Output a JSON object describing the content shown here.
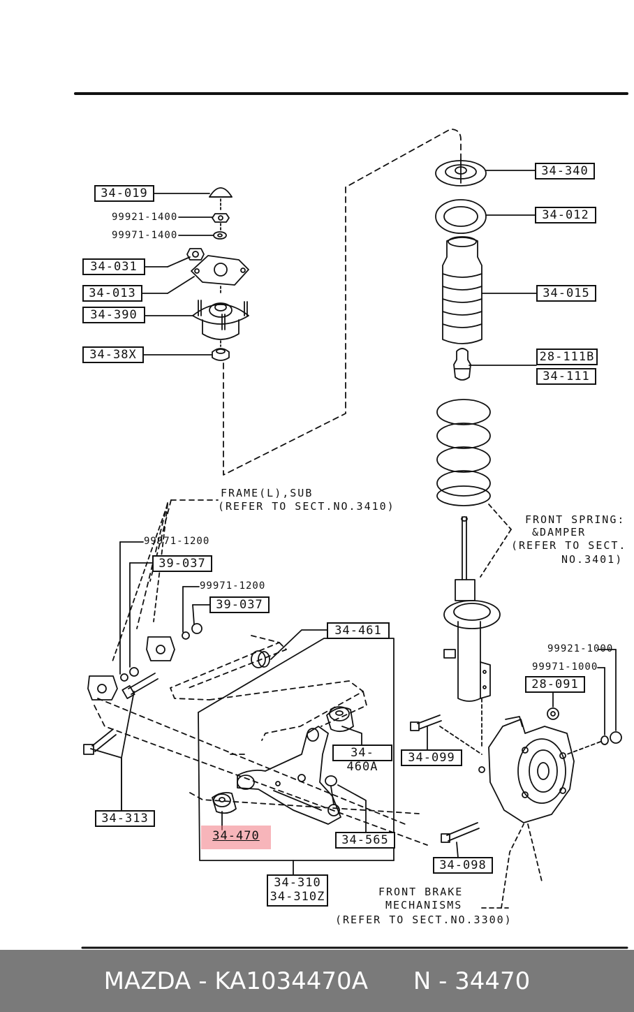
{
  "labels": {
    "p34019": "34-019",
    "p34031": "34-031",
    "p34013": "34-013",
    "p34390": "34-390",
    "p3438x": "34-38X",
    "p34340": "34-340",
    "p34012": "34-012",
    "p34015": "34-015",
    "p28111b": "28-111B",
    "p34111": "34-111",
    "p39037a": "39-037",
    "p39037b": "39-037",
    "p34461": "34-461",
    "p34460a": "34-460A",
    "p34099": "34-099",
    "p28091": "28-091",
    "p34313": "34-313",
    "p34470": "34-470",
    "p34565": "34-565",
    "p34098": "34-098",
    "p34310": "34-310",
    "p34310z": "34-310Z"
  },
  "plain_labels": {
    "p99921_1400": "99921-1400",
    "p99971_1400": "99971-1400",
    "p99971_1200a": "99971-1200",
    "p99971_1200b": "99971-1200",
    "p99921_1000": "99921-1000",
    "p99971_1000": "99971-1000"
  },
  "notes": {
    "frame_line1": "FRAME(L),SUB",
    "frame_line2": "(REFER TO SECT.NO.3410)",
    "spring_line1": "FRONT SPRING:",
    "spring_line2": "&DAMPER",
    "spring_line3": "(REFER TO SECT.",
    "spring_line4": "NO.3401)",
    "brake_line1": "FRONT BRAKE",
    "brake_line2": "MECHANISMS",
    "brake_line3": "(REFER TO SECT.NO.3300)"
  },
  "highlight_color": "#f07882",
  "footer": {
    "brand": "MAZDA",
    "separator": "-",
    "part_number": "KA1034470A",
    "ref_prefix": "N",
    "ref_separator": "-",
    "ref_number": "34470"
  }
}
